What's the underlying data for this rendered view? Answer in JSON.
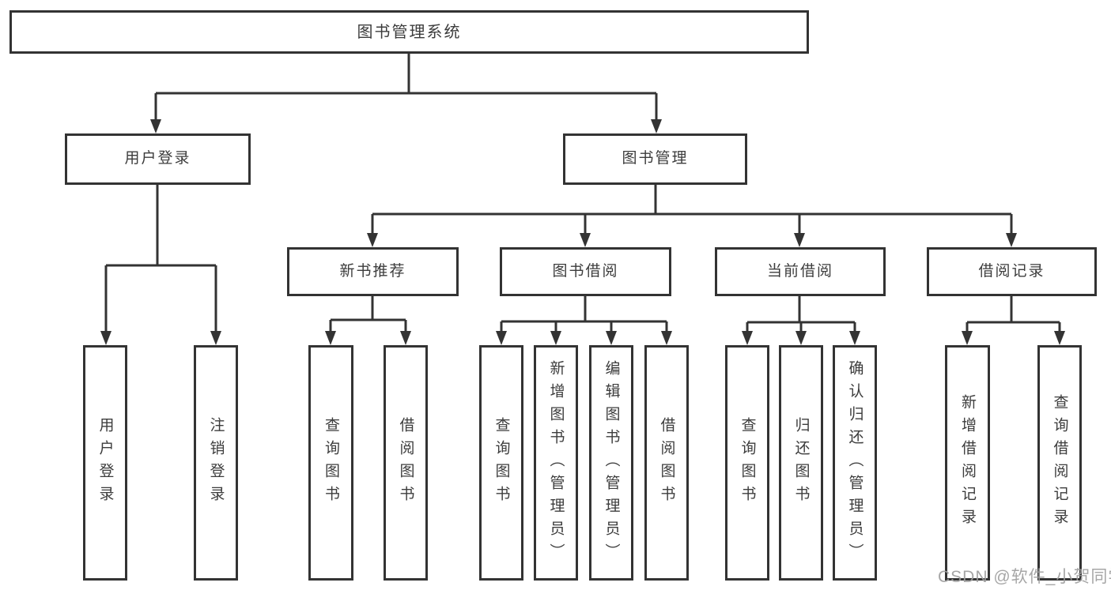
{
  "watermark": {
    "text": "CSDN @软件_小贺同学"
  },
  "colors": {
    "line": "#333333",
    "box_border": "#333333",
    "text": "#3c3c3c",
    "watermark": "#9e9e9e",
    "background": "#ffffff"
  },
  "tree": {
    "label": "图书管理系统",
    "children": [
      {
        "label": "用户登录",
        "children": [
          {
            "label": "用户登录"
          },
          {
            "label": "注销登录"
          }
        ]
      },
      {
        "label": "图书管理",
        "children": [
          {
            "label": "新书推荐",
            "children": [
              {
                "label": "查询图书"
              },
              {
                "label": "借阅图书"
              }
            ]
          },
          {
            "label": "图书借阅",
            "children": [
              {
                "label": "查询图书"
              },
              {
                "label": "新增图书（管理员）"
              },
              {
                "label": "编辑图书（管理员）"
              },
              {
                "label": "借阅图书"
              }
            ]
          },
          {
            "label": "当前借阅",
            "children": [
              {
                "label": "查询图书"
              },
              {
                "label": "归还图书"
              },
              {
                "label": "确认归还（管理员）"
              }
            ]
          },
          {
            "label": "借阅记录",
            "children": [
              {
                "label": "新增借阅记录"
              },
              {
                "label": "查询借阅记录"
              }
            ]
          }
        ]
      }
    ]
  }
}
